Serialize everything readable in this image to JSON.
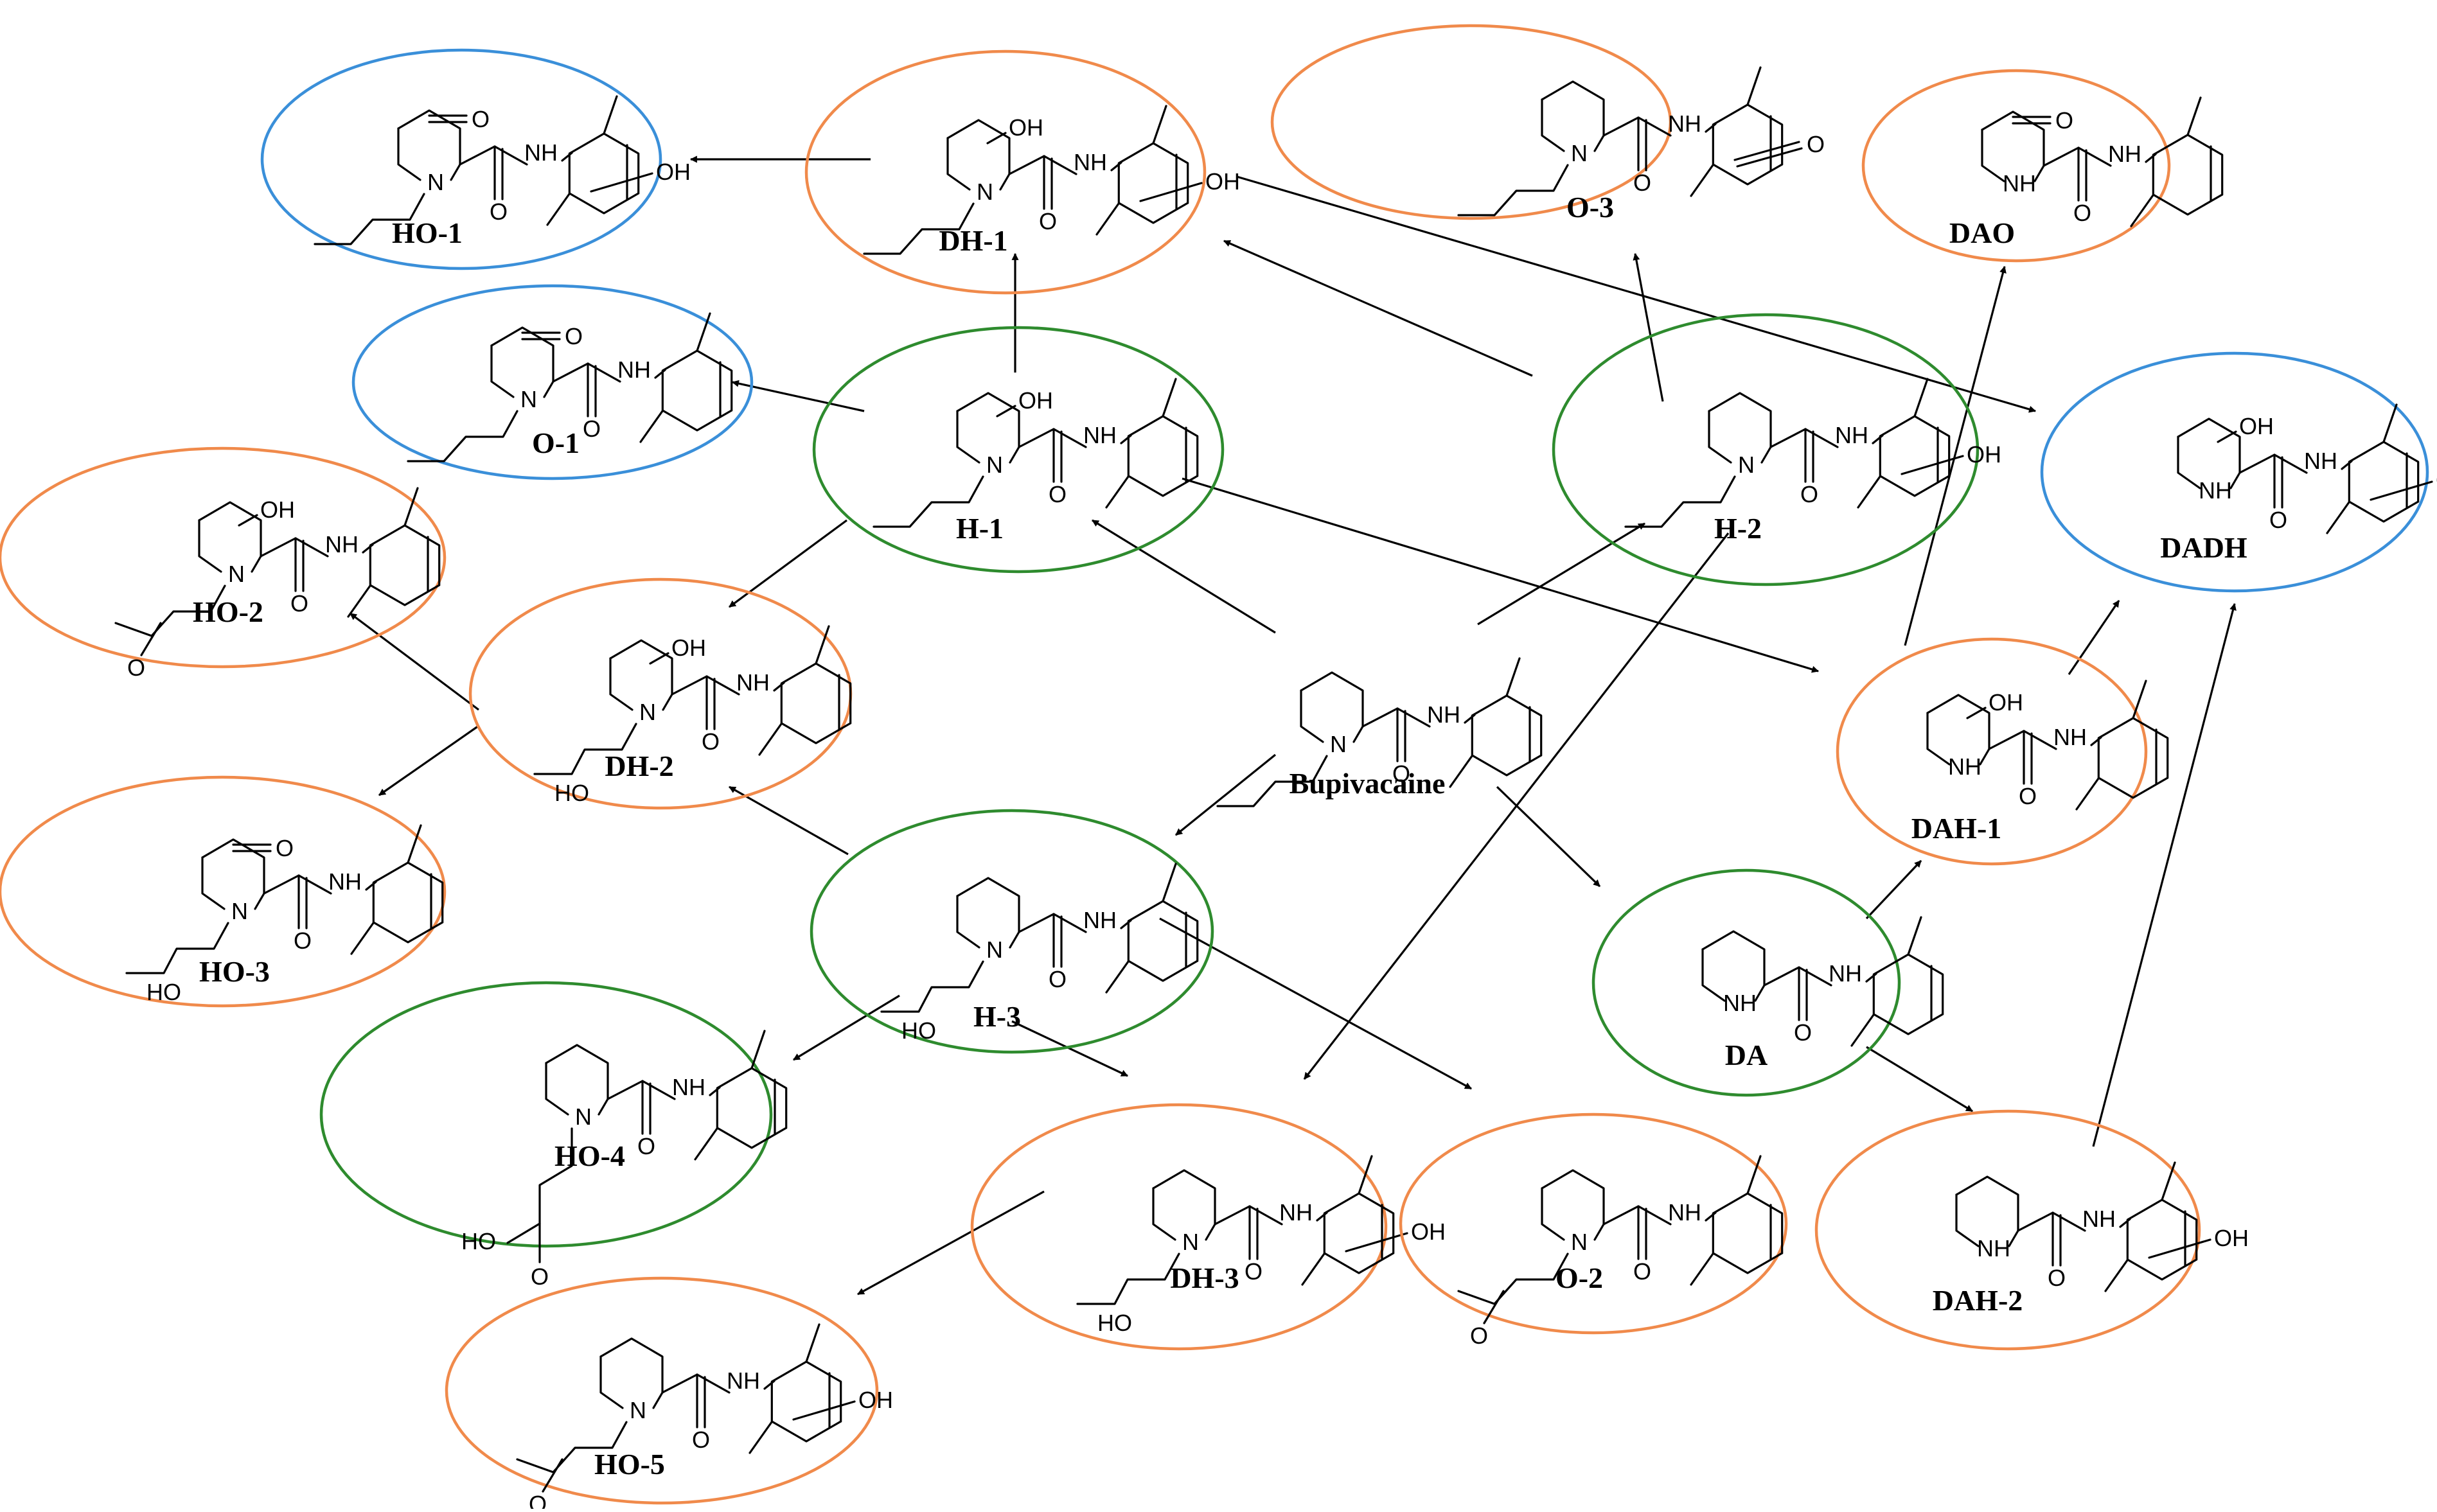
{
  "colors": {
    "blue": "#3a8fd9",
    "orange": "#f08a4b",
    "green": "#2e8b2e",
    "ink": "#000000"
  },
  "atoms": {
    "n": "N",
    "nh": "NH",
    "o": "O",
    "oh": "OH",
    "ho": "HO"
  },
  "nodes": [
    {
      "id": "HO-1",
      "label": "HO-1",
      "color": "blue"
    },
    {
      "id": "DH-1",
      "label": "DH-1",
      "color": "orange"
    },
    {
      "id": "O-3",
      "label": "O-3",
      "color": "orange"
    },
    {
      "id": "DAO",
      "label": "DAO",
      "color": "orange"
    },
    {
      "id": "O-1",
      "label": "O-1",
      "color": "blue"
    },
    {
      "id": "H-1",
      "label": "H-1",
      "color": "green"
    },
    {
      "id": "H-2",
      "label": "H-2",
      "color": "green"
    },
    {
      "id": "DADH",
      "label": "DADH",
      "color": "blue"
    },
    {
      "id": "HO-2",
      "label": "HO-2",
      "color": "orange"
    },
    {
      "id": "DH-2",
      "label": "DH-2",
      "color": "orange"
    },
    {
      "id": "Bupivacaine",
      "label": "Bupivacaine",
      "color": "none"
    },
    {
      "id": "DAH-1",
      "label": "DAH-1",
      "color": "orange"
    },
    {
      "id": "HO-3",
      "label": "HO-3",
      "color": "orange"
    },
    {
      "id": "H-3",
      "label": "H-3",
      "color": "green"
    },
    {
      "id": "DA",
      "label": "DA",
      "color": "green"
    },
    {
      "id": "HO-4",
      "label": "HO-4",
      "color": "green"
    },
    {
      "id": "DH-3",
      "label": "DH-3",
      "color": "orange"
    },
    {
      "id": "O-2",
      "label": "O-2",
      "color": "orange"
    },
    {
      "id": "DAH-2",
      "label": "DAH-2",
      "color": "orange"
    },
    {
      "id": "HO-5",
      "label": "HO-5",
      "color": "orange"
    }
  ],
  "edges": [
    {
      "from": "DH-1",
      "to": "HO-1"
    },
    {
      "from": "H-1",
      "to": "DH-1"
    },
    {
      "from": "H-1",
      "to": "O-1"
    },
    {
      "from": "H-2",
      "to": "DH-1"
    },
    {
      "from": "H-2",
      "to": "O-3"
    },
    {
      "from": "DH-1",
      "to": "DADH"
    },
    {
      "from": "Bupivacaine",
      "to": "H-1"
    },
    {
      "from": "Bupivacaine",
      "to": "H-2"
    },
    {
      "from": "Bupivacaine",
      "to": "H-3"
    },
    {
      "from": "Bupivacaine",
      "to": "DA"
    },
    {
      "from": "H-1",
      "to": "DH-2"
    },
    {
      "from": "H-1",
      "to": "DAH-1"
    },
    {
      "from": "DH-2",
      "to": "HO-2"
    },
    {
      "from": "DH-2",
      "to": "HO-3"
    },
    {
      "from": "H-3",
      "to": "DH-2"
    },
    {
      "from": "H-3",
      "to": "HO-4"
    },
    {
      "from": "H-3",
      "to": "DH-3"
    },
    {
      "from": "H-3",
      "to": "O-2"
    },
    {
      "from": "H-2",
      "to": "DH-3"
    },
    {
      "from": "DH-3",
      "to": "HO-5"
    },
    {
      "from": "DAH-1",
      "to": "DAO"
    },
    {
      "from": "DAH-1",
      "to": "DADH"
    },
    {
      "from": "DA",
      "to": "DAH-1"
    },
    {
      "from": "DA",
      "to": "DAH-2"
    },
    {
      "from": "DAH-2",
      "to": "DADH"
    }
  ]
}
